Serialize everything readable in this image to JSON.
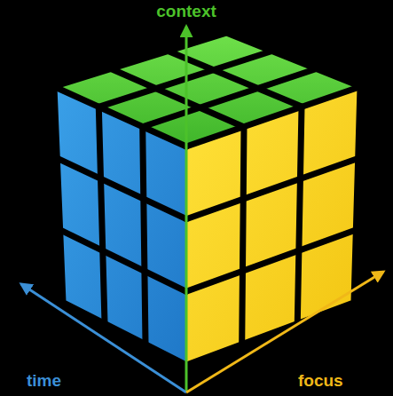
{
  "diagram": {
    "labels": [
      "context",
      "time",
      "focus"
    ]
  }
}
